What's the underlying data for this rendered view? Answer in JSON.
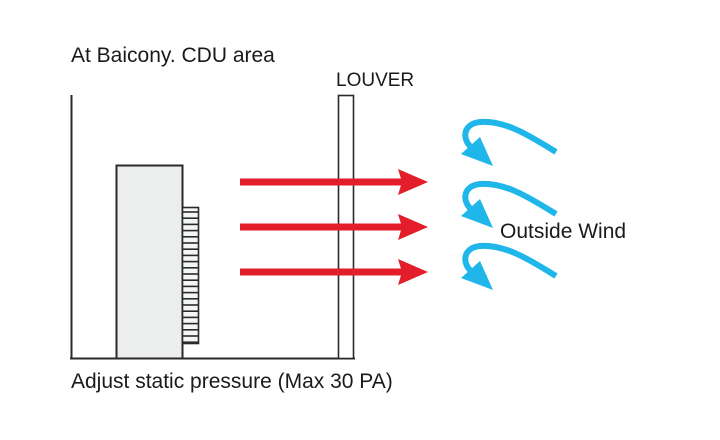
{
  "diagram": {
    "title": "At Baicony. CDU area",
    "louver_label": "LOUVER",
    "wind_label": "Outside Wind",
    "caption": "Adjust static pressure (Max 30 PA)",
    "airflow_arrow_count": 3,
    "wind_arrow_count": 3,
    "colors": {
      "airflow": "#e31e2a",
      "wind": "#1fb6ea",
      "outline": "#2a2a2a",
      "unit_fill": "#eceeee"
    }
  }
}
